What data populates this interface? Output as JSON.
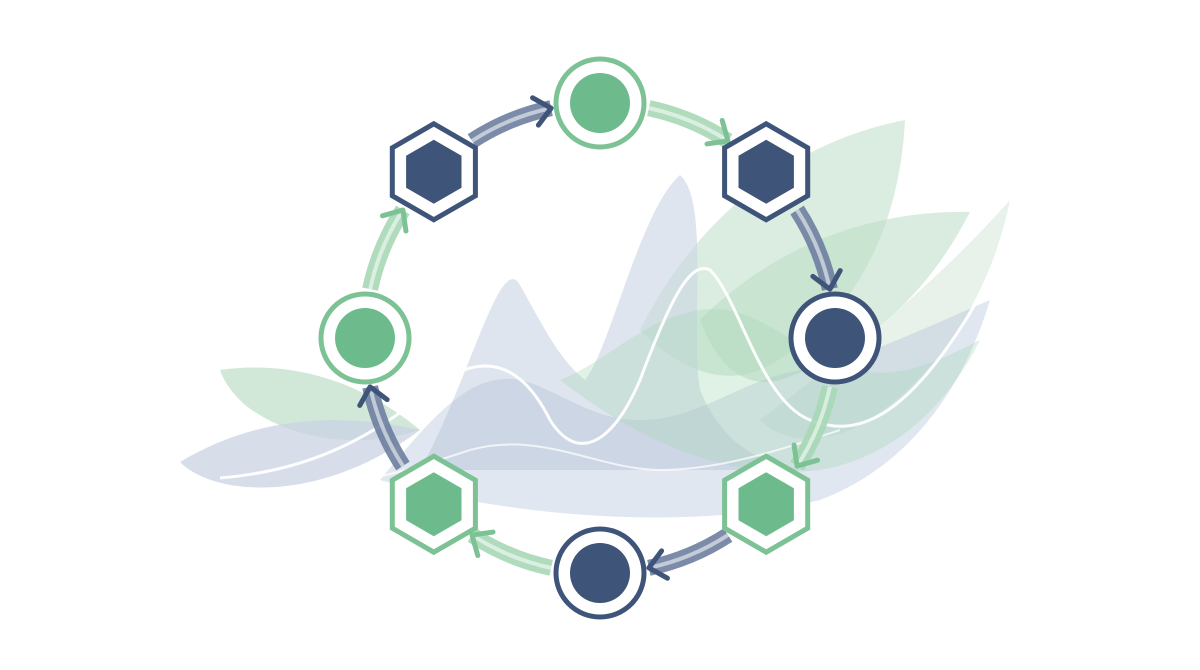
{
  "diagram": {
    "kind": "cycle",
    "direction": "clockwise",
    "colors": {
      "navy": "#3f5479",
      "green": "#6dbb8d",
      "green_stroke": "#7cc294",
      "navy_arc": "#6d7e9f",
      "green_arc": "#a7d7b6",
      "leaf_green": "#cfe7d6",
      "wave_blue": "#c9d3e3"
    },
    "nodes": [
      {
        "id": "top",
        "shape": "circle",
        "color": "green"
      },
      {
        "id": "upper-right",
        "shape": "hexagon",
        "color": "navy"
      },
      {
        "id": "right",
        "shape": "circle",
        "color": "navy"
      },
      {
        "id": "lower-right",
        "shape": "hexagon",
        "color": "green"
      },
      {
        "id": "bottom",
        "shape": "circle",
        "color": "navy"
      },
      {
        "id": "lower-left",
        "shape": "hexagon",
        "color": "green"
      },
      {
        "id": "left",
        "shape": "circle",
        "color": "green"
      },
      {
        "id": "upper-left",
        "shape": "hexagon",
        "color": "navy"
      }
    ],
    "arrows": [
      {
        "from": "top",
        "to": "upper-right",
        "color": "green"
      },
      {
        "from": "upper-right",
        "to": "right",
        "color": "navy"
      },
      {
        "from": "right",
        "to": "lower-right",
        "color": "green"
      },
      {
        "from": "lower-right",
        "to": "bottom",
        "color": "navy"
      },
      {
        "from": "bottom",
        "to": "lower-left",
        "color": "green"
      },
      {
        "from": "lower-left",
        "to": "left",
        "color": "navy"
      },
      {
        "from": "left",
        "to": "upper-left",
        "color": "green"
      },
      {
        "from": "upper-left",
        "to": "top",
        "color": "navy"
      }
    ],
    "background": {
      "leaves": [
        "left-leaf",
        "right-leaf"
      ],
      "waves": [
        "mountain-wave",
        "line-wave"
      ]
    }
  }
}
